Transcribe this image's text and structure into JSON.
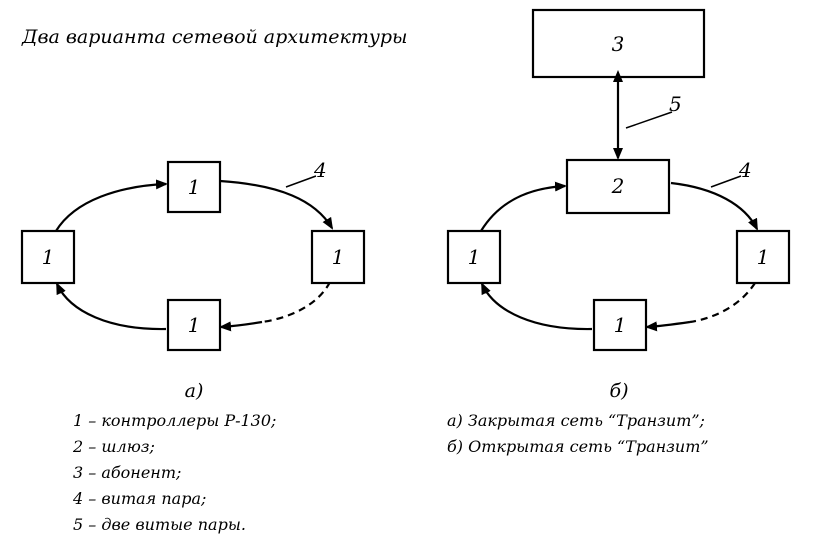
{
  "title": "Два варианта сетевой архитектуры",
  "diagram_a": {
    "caption": "а)",
    "nodes": {
      "top": "1",
      "left": "1",
      "right": "1",
      "bottom": "1"
    },
    "link_label": "4"
  },
  "diagram_b": {
    "caption": "б)",
    "nodes": {
      "subscriber": "3",
      "gateway": "2",
      "left": "1",
      "right": "1",
      "bottom": "1"
    },
    "link_label": "4",
    "uplink_label": "5"
  },
  "legend_left": [
    "1 – контроллеры Р-130;",
    "2 – шлюз;",
    "3 – абонент;",
    "4 – витая пара;",
    "5 – две витые пары."
  ],
  "legend_right": [
    "а) Закрытая сеть “Транзит”;",
    "б) Открытая сеть “Транзит”"
  ]
}
